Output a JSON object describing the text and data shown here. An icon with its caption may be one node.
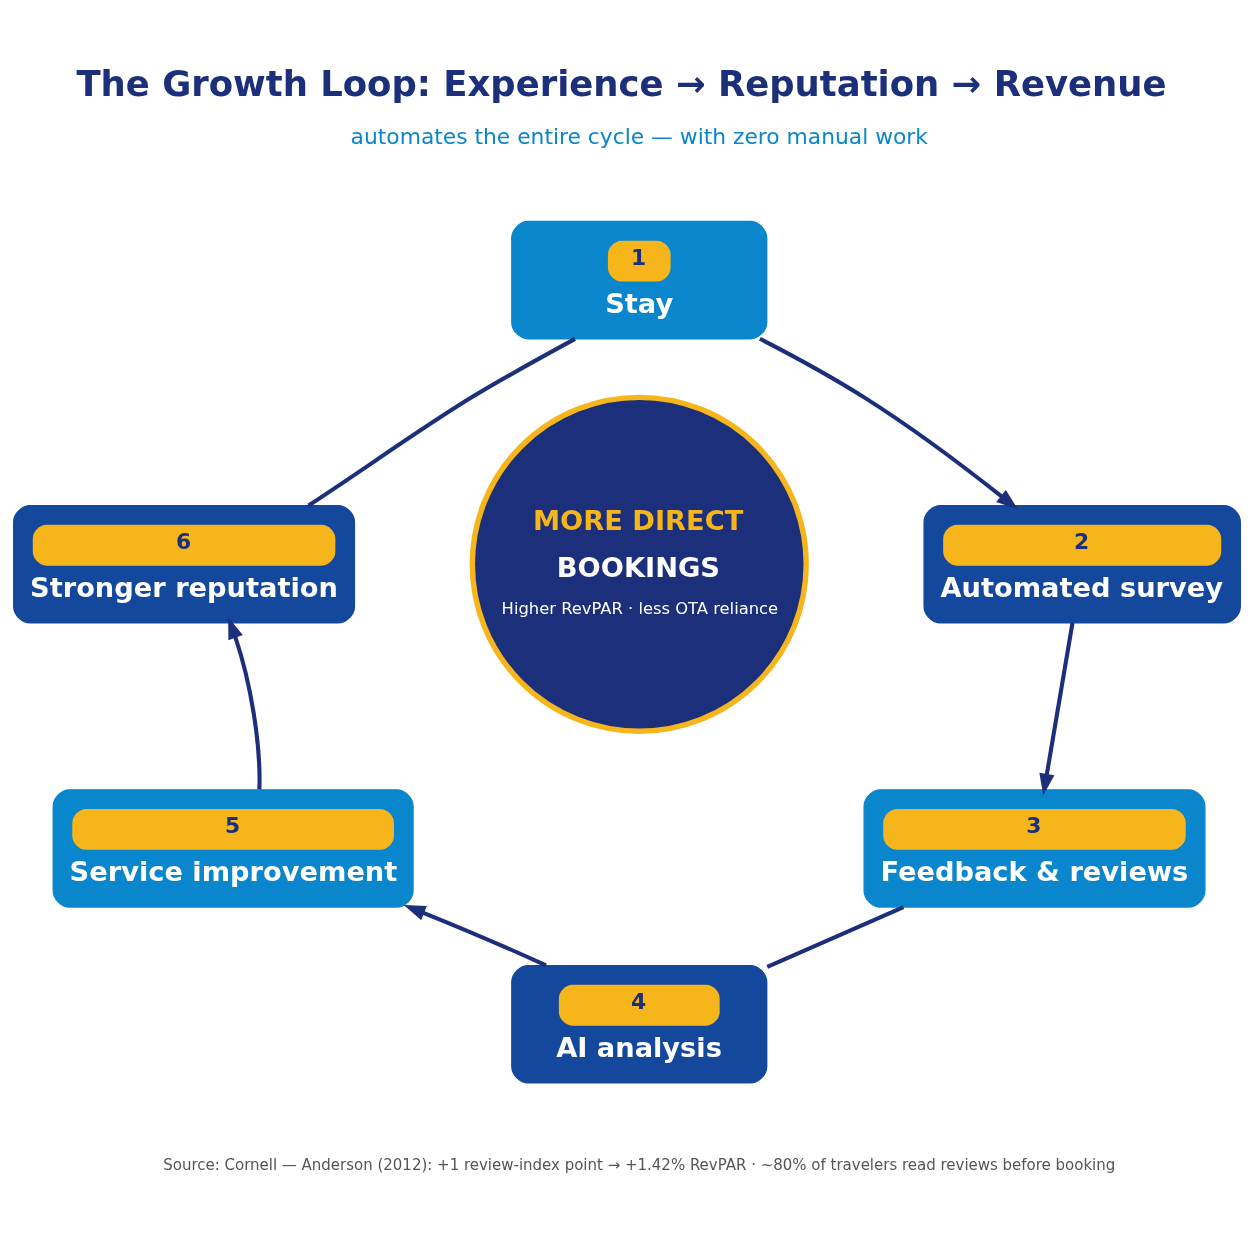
{
  "diagram": {
    "title": "The Growth Loop: Experience → Reputation → Revenue",
    "nodes": [
      {
        "text": [
          "1",
          "Stay"
        ]
      },
      {
        "text": [
          "2",
          "Automated survey"
        ]
      },
      {
        "text": [
          "3",
          "Feedback & reviews"
        ]
      },
      {
        "text": [
          "4",
          "AI analysis"
        ]
      },
      {
        "text": [
          "5",
          "Service improvement"
        ]
      },
      {
        "text": [
          "6",
          "Stronger reputation"
        ]
      },
      {
        "text": [
          "MORE DIRECT",
          "BOOKINGS",
          "Higher RevPAR · less OTA reliance"
        ]
      }
    ],
    "edges": [
      {
        "from": 0,
        "to": 1,
        "arrow": "to"
      },
      {
        "from": 1,
        "to": 2,
        "arrow": "to"
      },
      {
        "from": 2,
        "to": 3,
        "arrow": "none"
      },
      {
        "from": 3,
        "to": 4,
        "arrow": "to"
      },
      {
        "from": 4,
        "to": 5,
        "arrow": "to"
      },
      {
        "from": 5,
        "to": 0,
        "arrow": "none"
      }
    ],
    "labels": [
      "automates the entire cycle — with zero manual work",
      "Source: Cornell — Anderson (2012): +1 review-index point → +1.42% RevPAR · ~80% of travelers read reviews before booking"
    ]
  }
}
